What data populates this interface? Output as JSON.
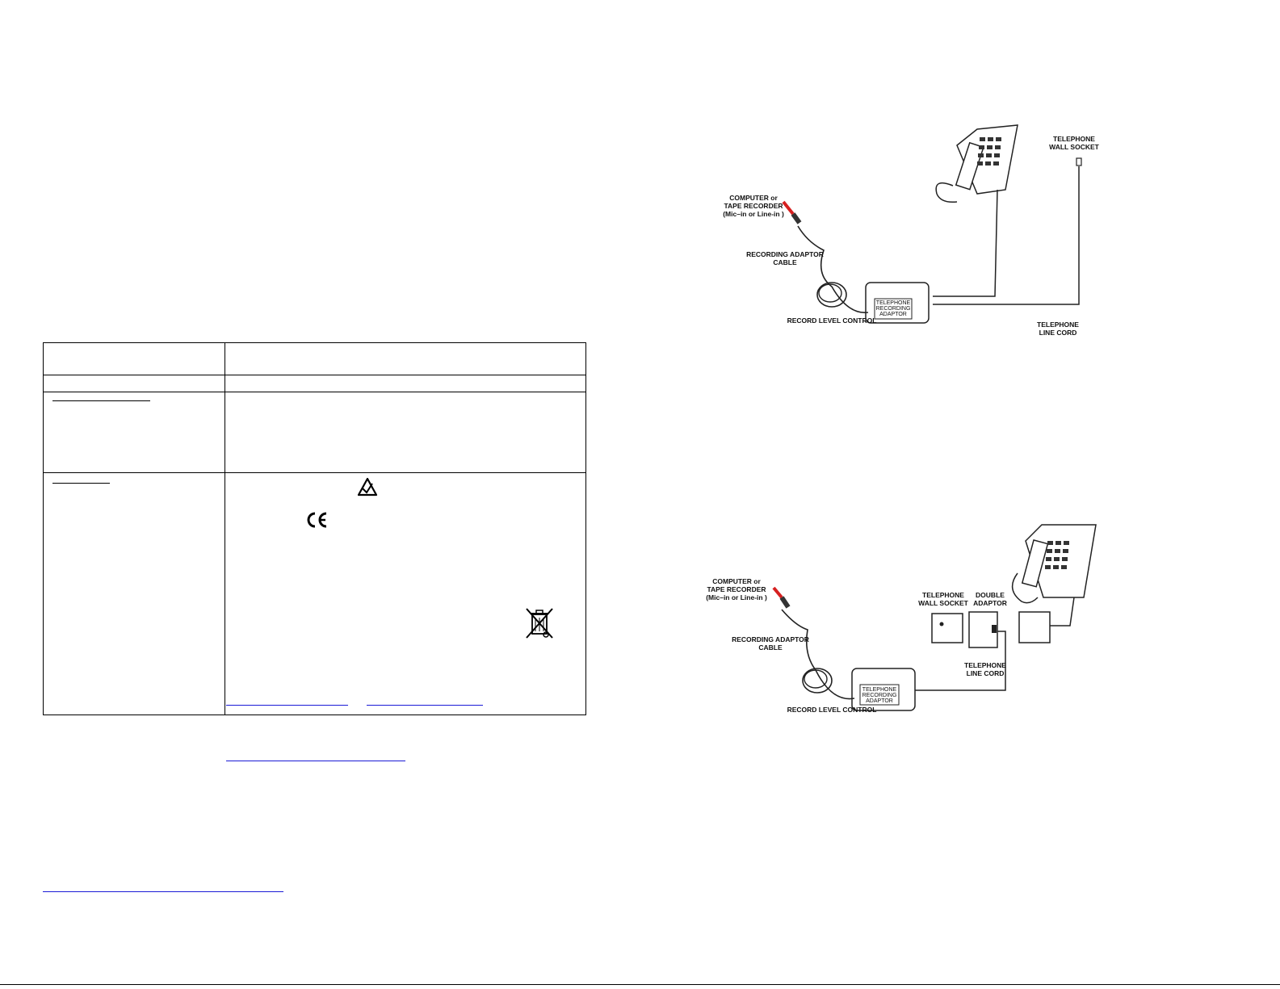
{
  "spec_table": {
    "section_1_heading": "",
    "section_2_heading": ""
  },
  "diagram_1": {
    "source_label": [
      "COMPUTER or",
      "TAPE RECORDER",
      "(Mic–in or Line-in )"
    ],
    "cable_label": [
      "RECORDING ADAPTOR",
      "CABLE"
    ],
    "adaptor_label": [
      "TELEPHONE",
      "RECORDING",
      "ADAPTOR"
    ],
    "control_label": "RECORD LEVEL CONTROL",
    "socket_label": [
      "TELEPHONE",
      "WALL SOCKET"
    ],
    "line_cord_label": [
      "TELEPHONE",
      "LINE CORD"
    ]
  },
  "diagram_2": {
    "source_label": [
      "COMPUTER or",
      "TAPE RECORDER",
      "(Mic–in or Line-in )"
    ],
    "cable_label": [
      "RECORDING ADAPTOR",
      "CABLE"
    ],
    "adaptor_label": [
      "TELEPHONE",
      "RECORDING",
      "ADAPTOR"
    ],
    "control_label": "RECORD LEVEL CONTROL",
    "socket_label": [
      "TELEPHONE",
      "WALL SOCKET"
    ],
    "double_adaptor_label": [
      "DOUBLE",
      "ADAPTOR"
    ],
    "line_cord_label": [
      "TELEPHONE",
      "LINE CORD"
    ]
  },
  "icons": [
    "rcm-compliance-mark-icon",
    "ce-mark-icon",
    "weee-crossed-bin-icon"
  ],
  "colors": {
    "link": "#1a1ad6",
    "plug_tip": "#d62020"
  }
}
